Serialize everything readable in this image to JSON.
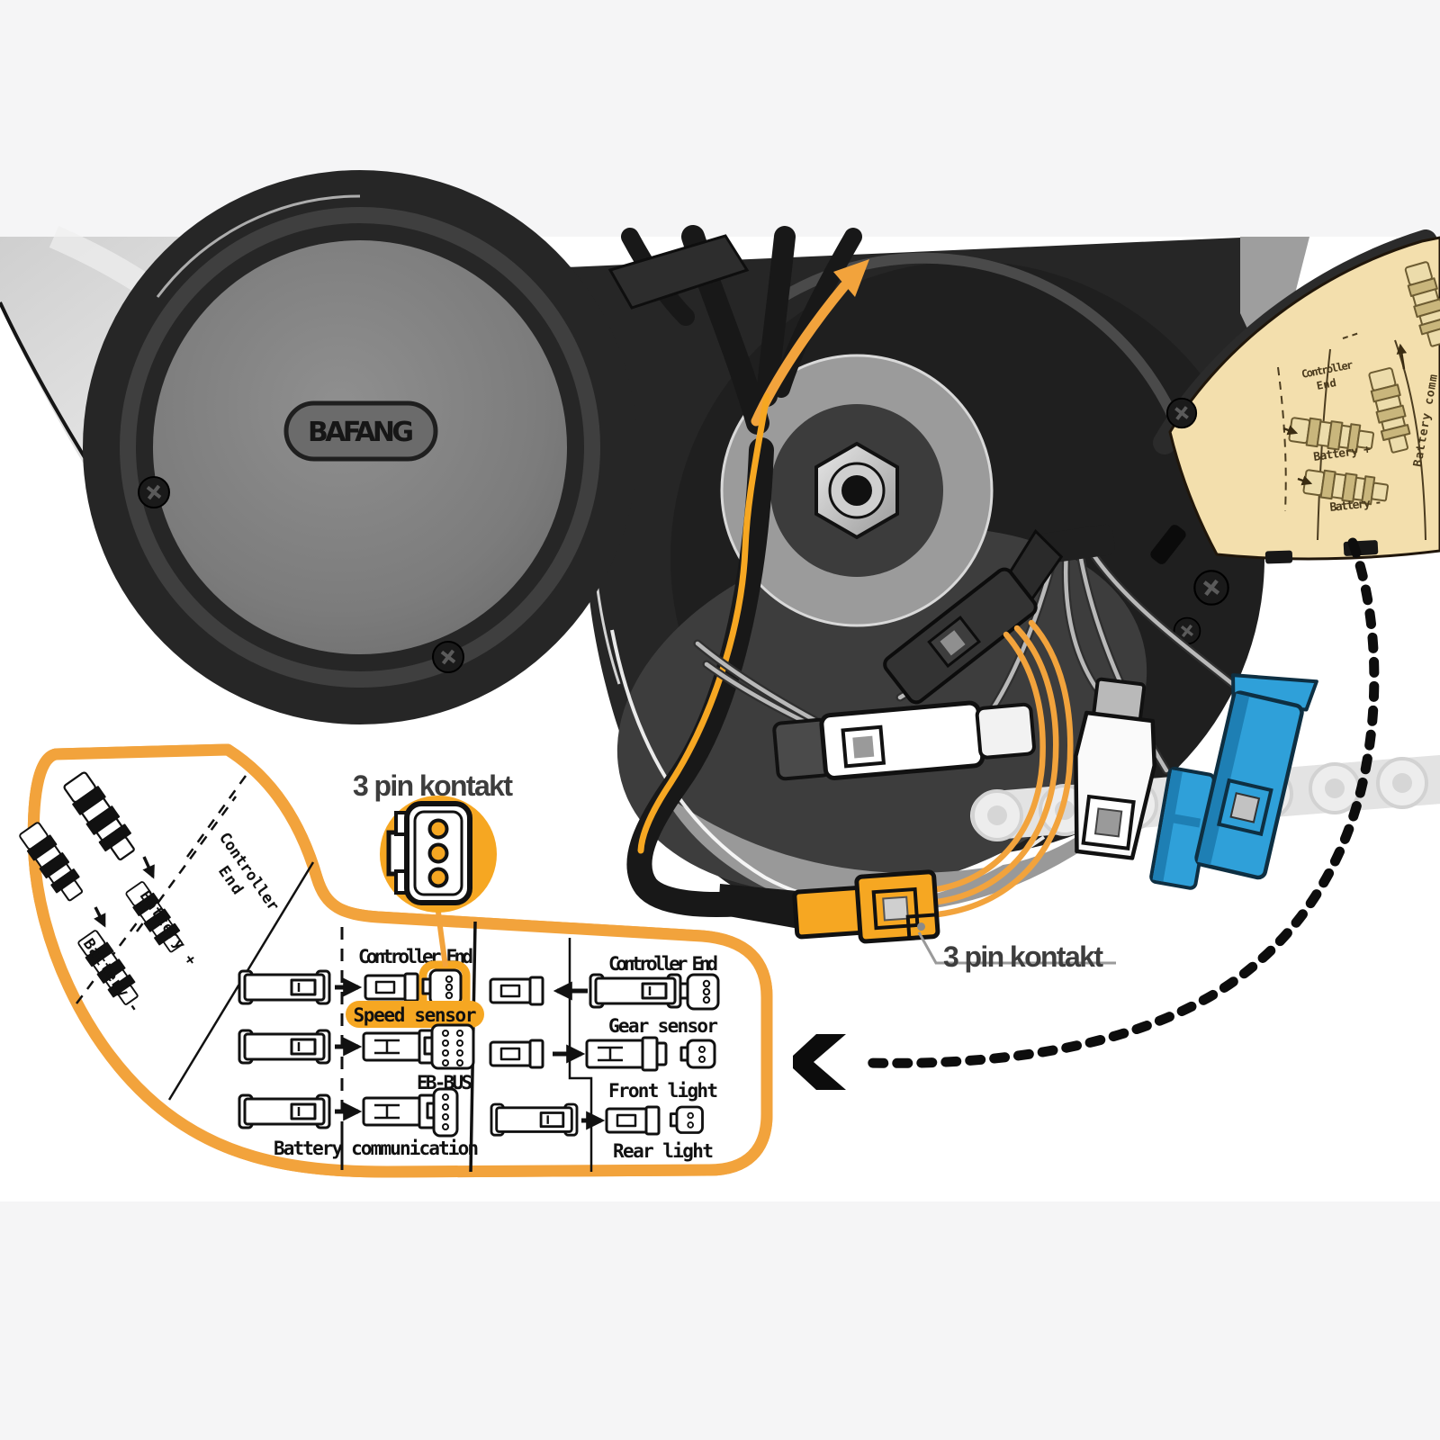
{
  "colors": {
    "accent_orange": "#F2A33C",
    "highlight_orange": "#F6A722",
    "blue_connector": "#2FA0D9",
    "beige_panel": "#F3DFAD",
    "band_gray": "#F5F5F6",
    "label_dark": "#3D3D3D"
  },
  "brand": {
    "logo": "BAFANG"
  },
  "callouts": {
    "top": {
      "label": "3 pin kontakt"
    },
    "bottom": {
      "label": "3 pin kontakt"
    }
  },
  "left_card": {
    "labels": {
      "controller_line1": "Controller",
      "controller_line2": "End",
      "battery_plus": "Battery +",
      "battery_minus": "Battery -"
    }
  },
  "motor_panel": {
    "labels": {
      "controller_line1": "Controller",
      "controller_line2": "End",
      "battery_plus": "Battery +",
      "battery_minus": "Battery -",
      "battery_comm": "Battery comm"
    }
  },
  "legend": {
    "middle_column": {
      "header": "Controller End",
      "row1_label": "Speed sensor",
      "row2_label": "EB-BUS",
      "row3_label": "Battery communication"
    },
    "right_column": {
      "header": "Controller End",
      "row1_label": "Gear sensor",
      "row2_label": "Front light",
      "row3_label": "Rear light"
    }
  },
  "icons": {
    "flow_arrow": "orange routing arrow",
    "chevron_left": "black chevron pointer",
    "dotted_path": "dotted leader curve",
    "three_pin_connector": "3-pin connector glyph",
    "screw": "phillips screw"
  }
}
